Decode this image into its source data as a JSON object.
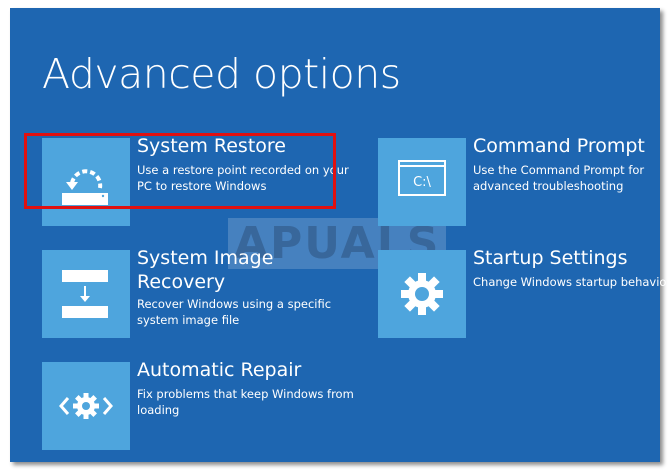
{
  "page_title": "Advanced options",
  "watermark": "APUALS",
  "options": [
    {
      "title": "System Restore",
      "desc": "Use a restore point recorded on your PC to restore Windows",
      "icon": "restore-icon",
      "highlighted": true
    },
    {
      "title": "Command Prompt",
      "desc": "Use the Command Prompt for advanced troubleshooting",
      "icon": "command-prompt-icon",
      "icon_text": "C:\\"
    },
    {
      "title": "System Image Recovery",
      "desc": "Recover Windows using a specific system image file",
      "icon": "image-recovery-icon"
    },
    {
      "title": "Startup Settings",
      "desc": "Change Windows startup behavior",
      "icon": "gear-icon"
    },
    {
      "title": "Automatic Repair",
      "desc": "Fix problems that keep Windows from loading",
      "icon": "repair-icon"
    }
  ],
  "colors": {
    "background": "#1e66b1",
    "tile": "#4ea5dd",
    "highlight": "#e01010"
  }
}
